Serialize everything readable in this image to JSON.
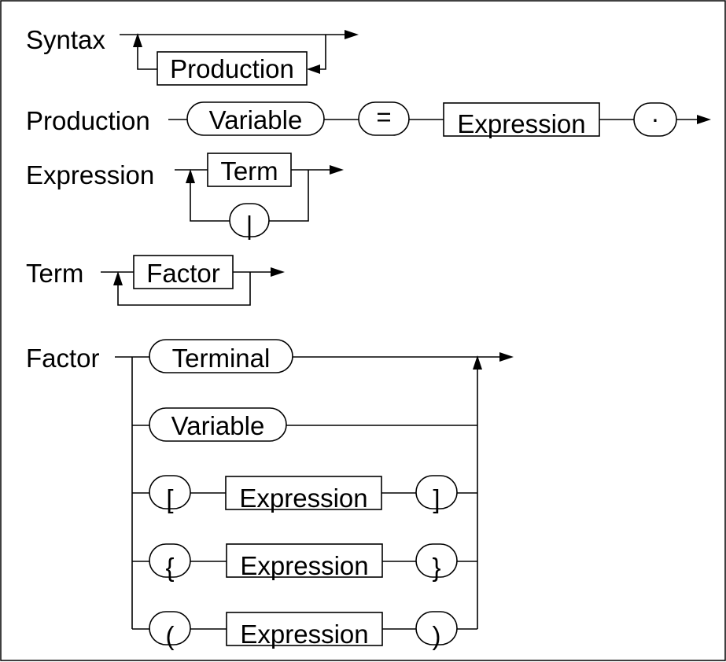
{
  "colors": {
    "ink": "#000000",
    "background": "#ffffff"
  },
  "rules": {
    "syntax": {
      "name": "Syntax",
      "items": {
        "production": "Production"
      }
    },
    "production": {
      "name": "Production",
      "items": {
        "variable": "Variable",
        "equals": "=",
        "expression": "Expression",
        "period": "."
      }
    },
    "expression": {
      "name": "Expression",
      "items": {
        "term": "Term",
        "bar": "|"
      }
    },
    "term": {
      "name": "Term",
      "items": {
        "factor": "Factor"
      }
    },
    "factor": {
      "name": "Factor",
      "items": {
        "terminal": "Terminal",
        "variable": "Variable",
        "bracket_open": "[",
        "bracket_expr": "Expression",
        "bracket_close": "]",
        "brace_open": "{",
        "brace_expr": "Expression",
        "brace_close": "}",
        "paren_open": "(",
        "paren_expr": "Expression",
        "paren_close": ")"
      }
    }
  }
}
